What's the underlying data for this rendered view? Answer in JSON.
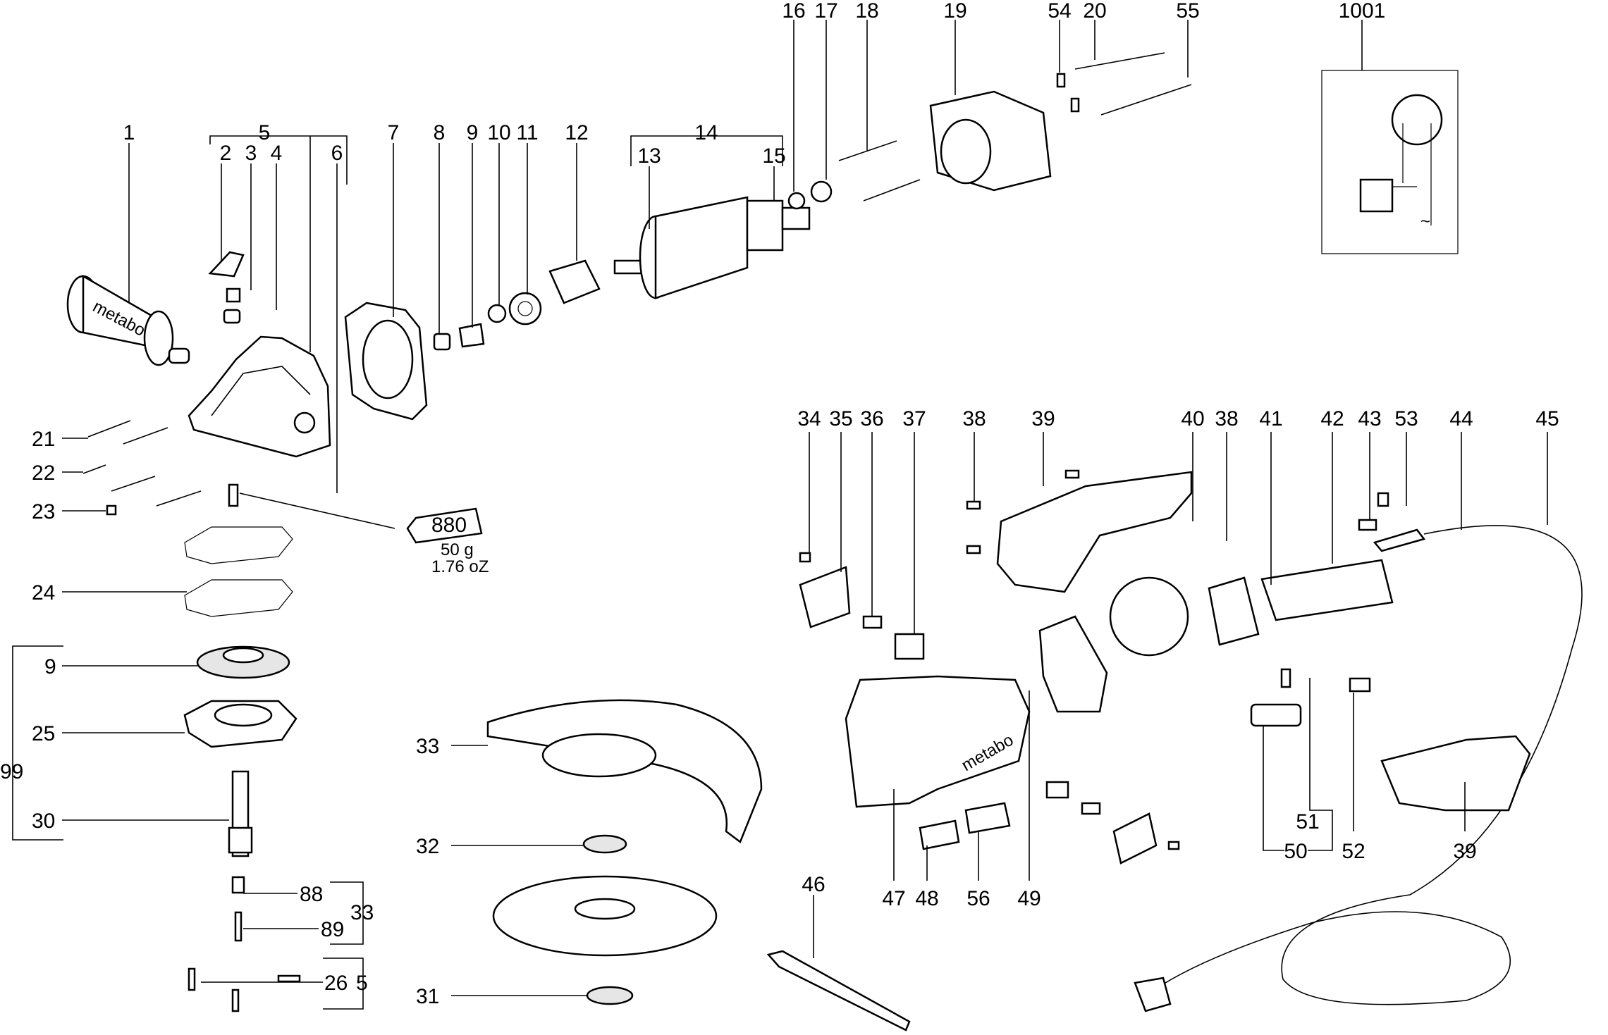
{
  "labels": {
    "n1": "1",
    "n2": "2",
    "n3": "3",
    "n4": "4",
    "n5": "5",
    "n6": "6",
    "n7": "7",
    "n8": "8",
    "n9": "9",
    "n10": "10",
    "n11": "11",
    "n12": "12",
    "n13": "13",
    "n14": "14",
    "n15": "15",
    "n16": "16",
    "n17": "17",
    "n18": "18",
    "n19": "19",
    "n20": "20",
    "n21": "21",
    "n22": "22",
    "n23": "23",
    "n24": "24",
    "n25": "25",
    "n26": "26",
    "n30": "30",
    "n31": "31",
    "n32": "32",
    "n33": "33",
    "n34": "34",
    "n35": "35",
    "n36": "36",
    "n37": "37",
    "n38": "38",
    "n39": "39",
    "n40": "40",
    "n41": "41",
    "n42": "42",
    "n43": "43",
    "n44": "44",
    "n45": "45",
    "n46": "46",
    "n47": "47",
    "n48": "48",
    "n49": "49",
    "n50": "50",
    "n51": "51",
    "n52": "52",
    "n53": "53",
    "n54": "54",
    "n55": "55",
    "n56": "56",
    "n88": "88",
    "n89": "89",
    "n99": "99",
    "n1001": "1001"
  },
  "grease": {
    "tube_code": "880",
    "weight_metric": "50 g",
    "weight_imperial": "1.76 oZ"
  },
  "branding": {
    "logo_text": "metabo"
  },
  "wiring": {
    "ac_symbol": "~"
  }
}
